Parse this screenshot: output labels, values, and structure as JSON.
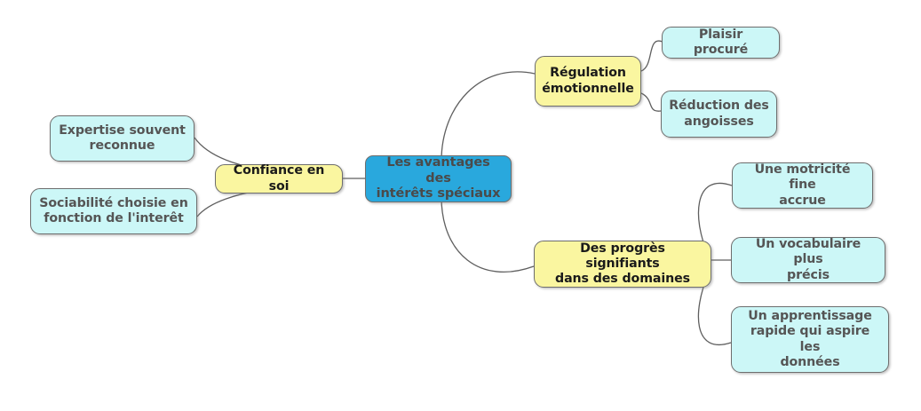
{
  "diagram": {
    "type": "mind-map",
    "title": "Les avantages des intérêts spéciaux",
    "colors": {
      "central_fill": "#29a8dd",
      "branch_fill": "#faf6a0",
      "leaf_fill": "#ccf7f7",
      "border": "#6e6e6e",
      "edge": "#5f5f5f",
      "background": "#ffffff"
    },
    "central": {
      "label": "Les avantages des intérêts spéciaux",
      "line1": "Les avantages des",
      "line2": "intérêts spéciaux"
    },
    "branches": [
      {
        "id": "confiance",
        "label": "Confiance en soi",
        "line1": "Confiance en soi",
        "line2": "",
        "side": "left",
        "children": [
          {
            "id": "expertise",
            "label": "Expertise souvent reconnue",
            "line1": "Expertise souvent",
            "line2": "reconnue",
            "line3": ""
          },
          {
            "id": "sociabilite",
            "label": "Sociabilité choisie en fonction de l'interêt",
            "line1": "Sociabilité choisie en",
            "line2": "fonction de l'interêt",
            "line3": ""
          }
        ]
      },
      {
        "id": "regulation",
        "label": "Régulation émotionnelle",
        "line1": "Régulation",
        "line2": "émotionnelle",
        "side": "right",
        "children": [
          {
            "id": "plaisir",
            "label": "Plaisir procuré",
            "line1": "Plaisir procuré",
            "line2": "",
            "line3": ""
          },
          {
            "id": "reduction",
            "label": "Réduction des angoisses",
            "line1": "Réduction des",
            "line2": "angoisses",
            "line3": ""
          }
        ]
      },
      {
        "id": "progres",
        "label": "Des progrès signifiants dans des domaines",
        "line1": "Des progrès signifiants",
        "line2": "dans des domaines",
        "side": "right",
        "children": [
          {
            "id": "motricite",
            "label": "Une motricité fine accrue",
            "line1": "Une motricité fine",
            "line2": "accrue",
            "line3": ""
          },
          {
            "id": "vocabulaire",
            "label": "Un vocabulaire plus précis",
            "line1": "Un vocabulaire plus",
            "line2": "précis",
            "line3": ""
          },
          {
            "id": "apprentissage",
            "label": "Un apprentissage rapide qui aspire les données",
            "line1": "Un apprentissage",
            "line2": "rapide qui aspire les",
            "line3": "données"
          }
        ]
      }
    ]
  }
}
